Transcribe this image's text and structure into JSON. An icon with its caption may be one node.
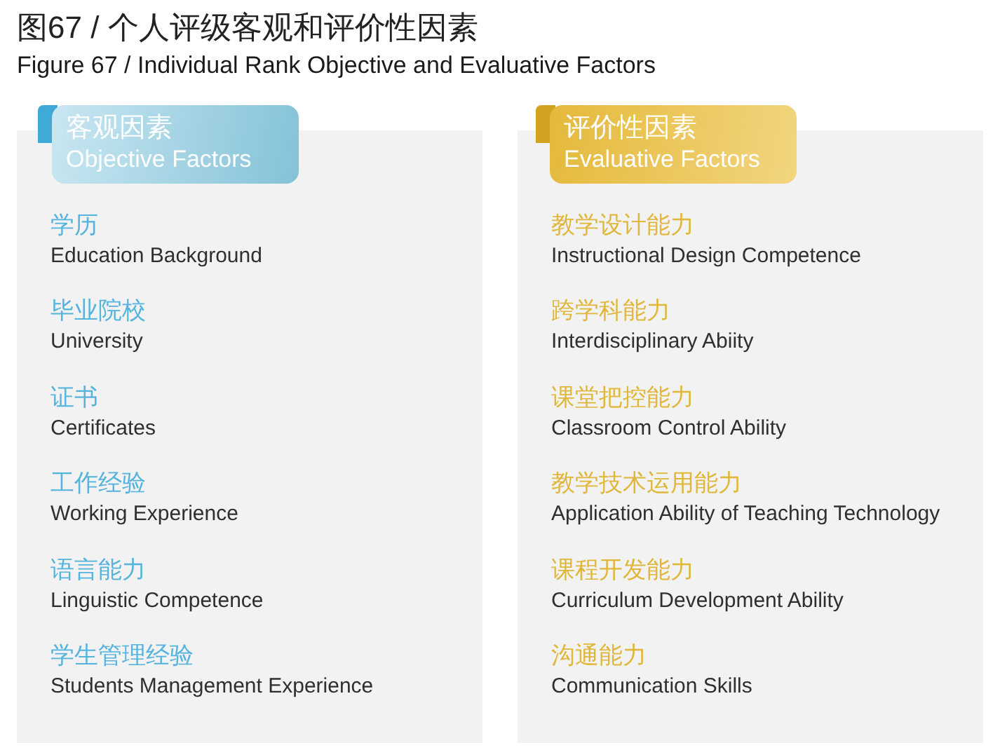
{
  "diagram": {
    "title": "图67 / 个人评级客观和评价性因素",
    "nodes": [
      {
        "text": [
          "客观因素",
          "Objective Factors"
        ]
      },
      {
        "text": [
          "学历",
          "Education Background",
          "毕业院校",
          "University",
          "证书",
          "Certificates",
          "工作经验",
          "Working Experience",
          "语言能力",
          "Linguistic Competence",
          "学生管理经验",
          "Students Management Experience"
        ]
      },
      {
        "text": [
          "评价性因素",
          "Evaluative Factors"
        ]
      },
      {
        "text": [
          "教学设计能力",
          "Instructional Design Competence",
          "跨学科能力",
          "Interdisciplinary Abiity",
          "课堂把控能力",
          "Classroom Control Ability",
          "教学技术运用能力",
          "Application Ability of Teaching Technology",
          "课程开发能力",
          "Curriculum Development Ability",
          "沟通能力",
          "Communication Skills"
        ]
      }
    ],
    "labels": [
      "Figure 67 / Individual Rank Objective and Evaluative Factors"
    ]
  }
}
